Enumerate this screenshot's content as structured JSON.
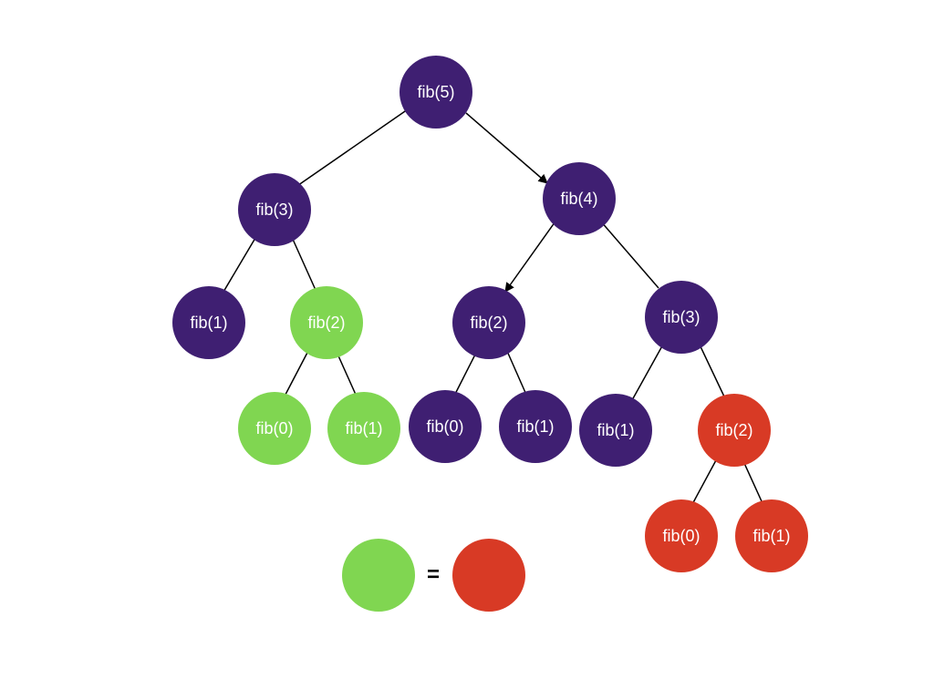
{
  "colors": {
    "normal": "#3f1f72",
    "repeat_first": "#80d651",
    "repeat_second": "#d83a25",
    "edge": "#000000",
    "background": "#ffffff"
  },
  "tree": {
    "n_root": "fib(5)",
    "n_l": "fib(3)",
    "n_r": "fib(4)",
    "n_ll": "fib(1)",
    "n_lr": "fib(2)",
    "n_lrl": "fib(0)",
    "n_lrr": "fib(1)",
    "n_rl": "fib(2)",
    "n_rll": "fib(0)",
    "n_rlr": "fib(1)",
    "n_rr": "fib(3)",
    "n_rrl": "fib(1)",
    "n_rrr": "fib(2)",
    "n_rrrl": "fib(0)",
    "n_rrrr": "fib(1)"
  },
  "legend": {
    "equals": "="
  }
}
